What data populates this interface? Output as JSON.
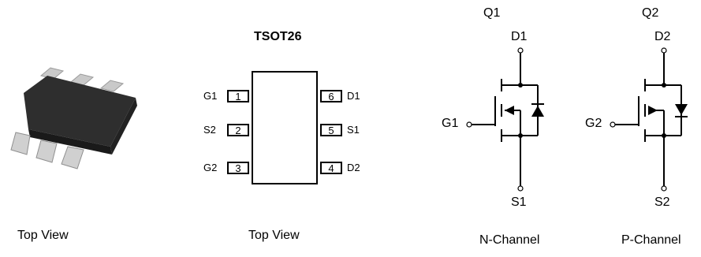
{
  "photo": {
    "caption": "Top View"
  },
  "pinout": {
    "title": "TSOT26",
    "caption": "Top View",
    "left_pins": [
      {
        "name": "G1",
        "num": "1"
      },
      {
        "name": "S2",
        "num": "2"
      },
      {
        "name": "G2",
        "num": "3"
      }
    ],
    "right_pins": [
      {
        "name": "D1",
        "num": "6"
      },
      {
        "name": "S1",
        "num": "5"
      },
      {
        "name": "D2",
        "num": "4"
      }
    ]
  },
  "q1": {
    "label": "Q1",
    "drain": "D1",
    "gate": "G1",
    "source": "S1",
    "caption": "N-Channel"
  },
  "q2": {
    "label": "Q2",
    "drain": "D2",
    "gate": "G2",
    "source": "S2",
    "caption": "P-Channel"
  }
}
